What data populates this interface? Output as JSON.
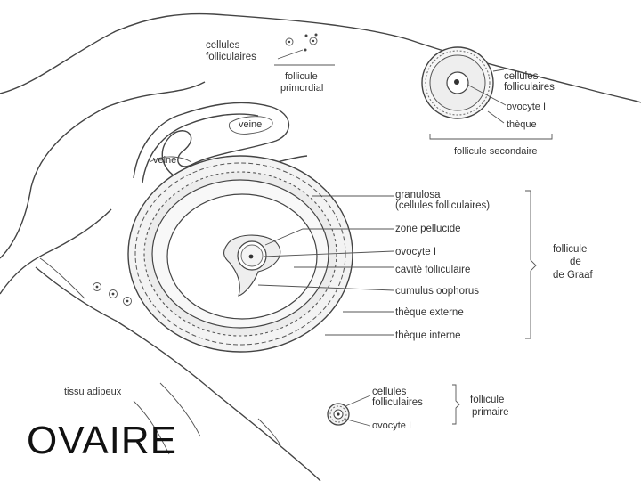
{
  "title": "OVAIRE",
  "labels": {
    "primordial_cells": [
      "cellules",
      "folliculaires"
    ],
    "primordial_name": [
      "follicule",
      "primordial"
    ],
    "secondary_cells": [
      "cellules",
      "folliculaires"
    ],
    "secondary_oocyte": "ovocyte I",
    "secondary_theca": "thèque",
    "secondary_name": "follicule secondaire",
    "vein_1": "veine",
    "vein_2": "veine",
    "graaf_granulosa": [
      "granulosa",
      "(cellules folliculaires)"
    ],
    "graaf_zona": "zone pellucide",
    "graaf_oocyte": "ovocyte I",
    "graaf_cavity": "cavité folliculaire",
    "graaf_cumulus": "cumulus oophorus",
    "graaf_theca_ext": "thèque externe",
    "graaf_theca_int": "thèque interne",
    "graaf_name": [
      "follicule",
      "de",
      "de Graaf"
    ],
    "adipose": "tissu adipeux",
    "primary_cells": [
      "cellules",
      "folliculaires"
    ],
    "primary_oocyte": "ovocyte I",
    "primary_name": [
      "follicule",
      "primaire"
    ]
  }
}
